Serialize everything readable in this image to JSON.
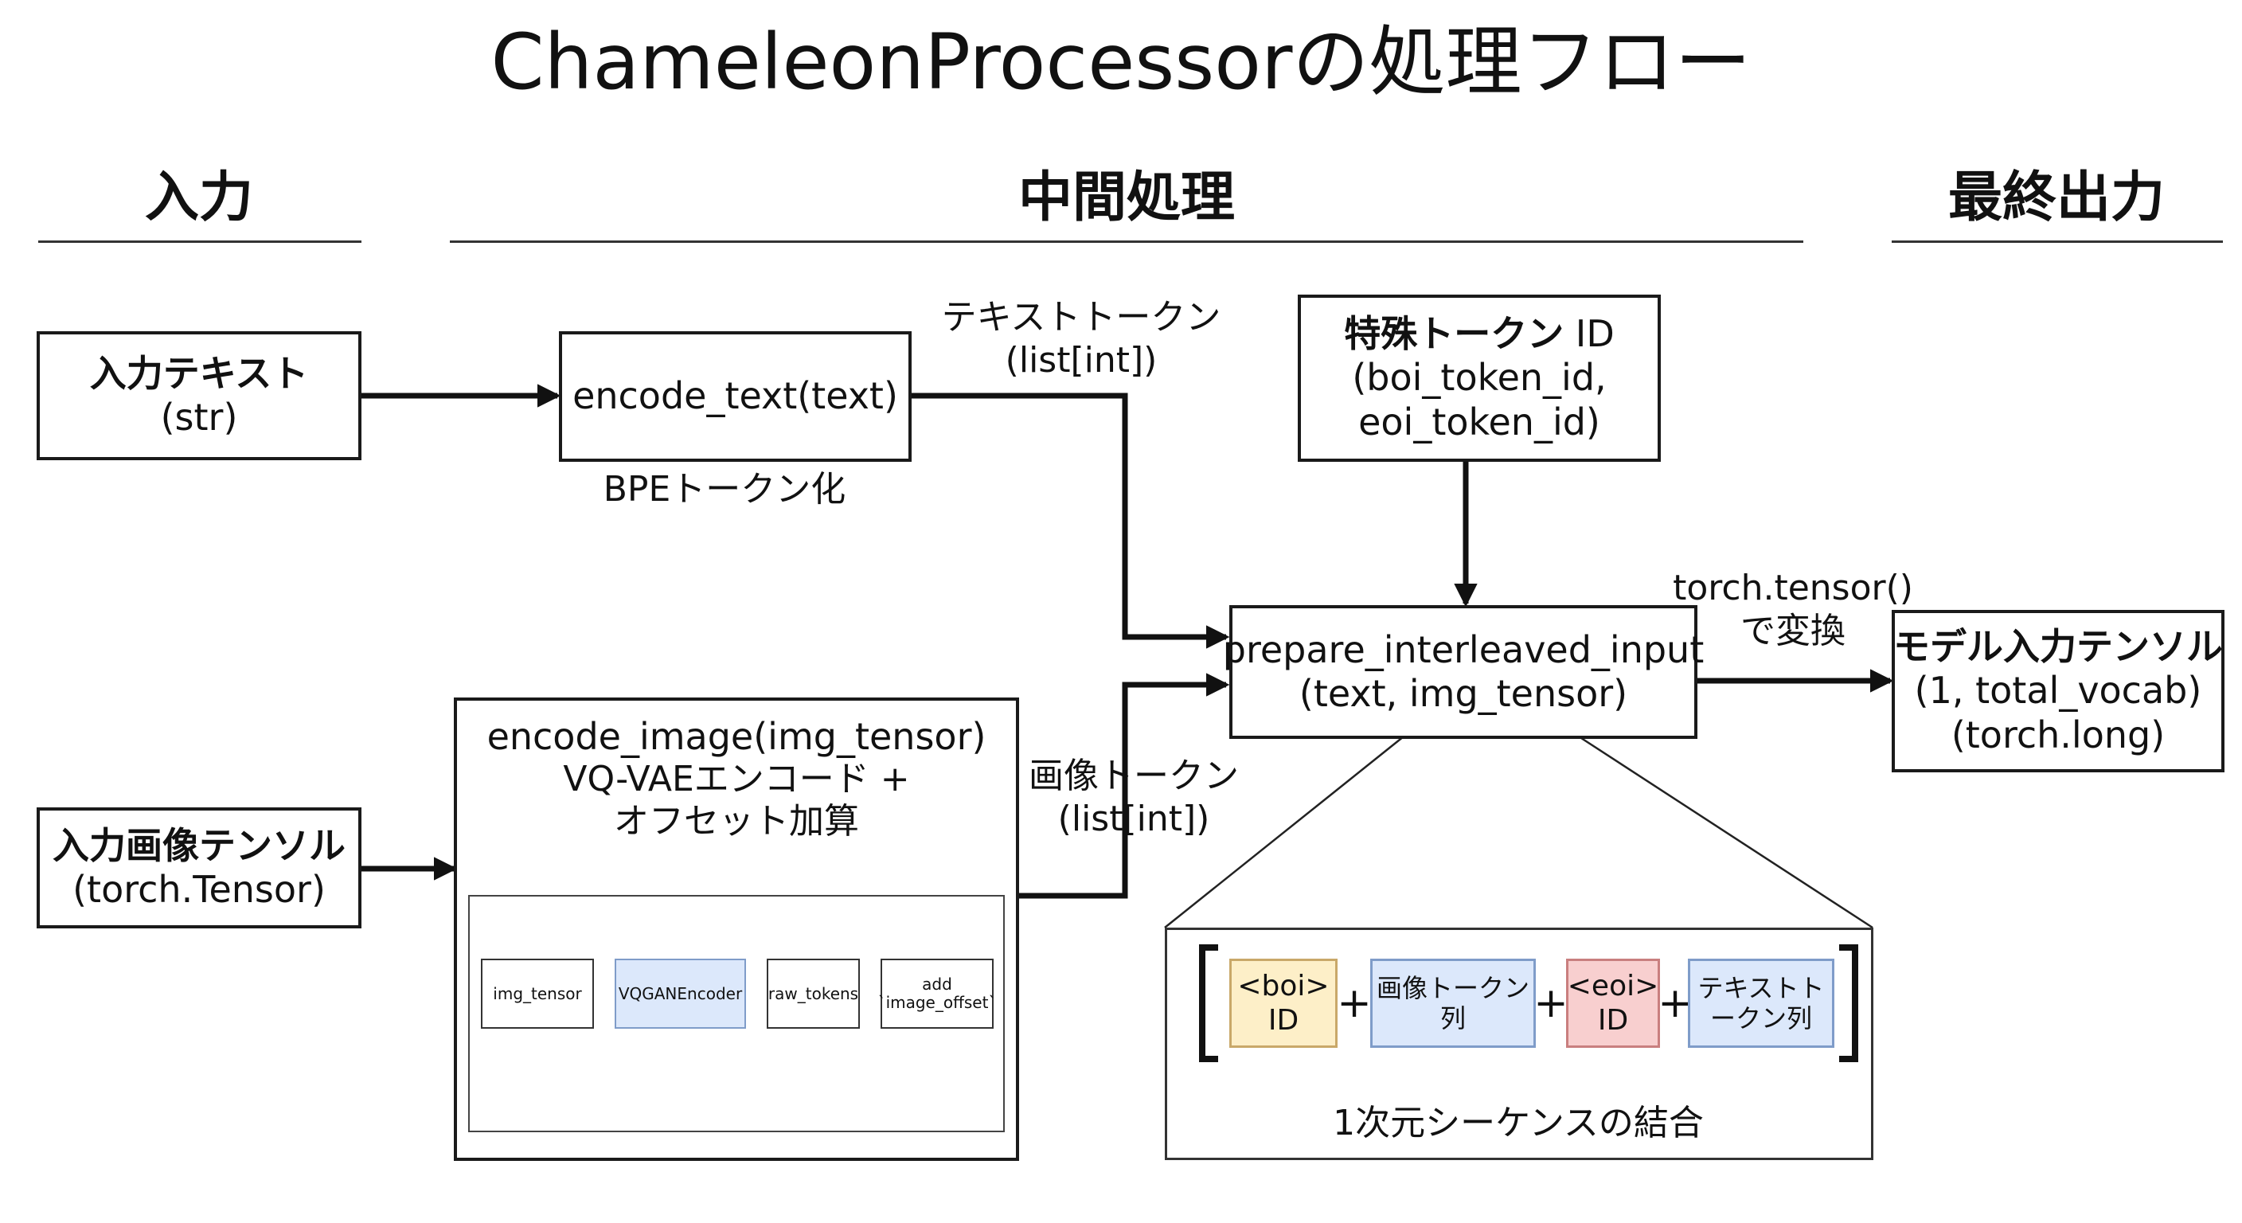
{
  "title": "ChameleonProcessorの処理フロー",
  "sections": {
    "input": "入力",
    "intermediate": "中間処理",
    "final_output": "最終出力"
  },
  "boxes": {
    "input_text": {
      "line1": "入力テキスト",
      "line2": "(str)"
    },
    "input_image": {
      "line1": "入力画像テンソル",
      "line2": "(torch.Tensor)"
    },
    "encode_text": {
      "line1": "encode_text(text)"
    },
    "encode_image": {
      "line1": "encode_image(img_tensor)",
      "line2": "VQ-VAEエンコード +",
      "line3": "オフセット加算"
    },
    "special_tokens": {
      "line1_bold": "特殊トークン",
      "line1_rest": " ID",
      "line2": "(boi_token_id,",
      "line3": "eoi_token_id)"
    },
    "prepare": {
      "line1": "prepare_interleaved_input",
      "line2": "(text, img_tensor)"
    },
    "model_input": {
      "line1": "モデル入力テンソル",
      "line2": "(1, total_vocab)",
      "line3": "(torch.long)"
    }
  },
  "labels": {
    "bpe": "BPEトークン化",
    "text_tokens": {
      "line1": "テキストトークン",
      "line2": "(list[int])"
    },
    "image_tokens": {
      "line1": "画像トークン",
      "line2": "(list[int])"
    },
    "tensor_convert": {
      "line1": "torch.tensor()",
      "line2": "で変換"
    }
  },
  "pipeline": {
    "img_tensor": "img_tensor",
    "vqgan": "VQGANEncoder",
    "raw_tokens": "raw_tokens",
    "add_offset": {
      "line1": "add",
      "line2": "`image_offset`"
    }
  },
  "sequence": {
    "boi": {
      "line1": "<boi>",
      "line2": "ID"
    },
    "image_tokens": {
      "line1": "画像トークン",
      "line2": "列"
    },
    "eoi": {
      "line1": "<eoi>",
      "line2": "ID"
    },
    "text_tokens": {
      "line1": "テキストト",
      "line2": "ークン列"
    },
    "plus": "+",
    "caption": "1次元シーケンスの結合"
  },
  "colors": {
    "boi_fill": "#fdefc8",
    "eoi_fill": "#f8cfcf",
    "token_fill": "#dce8fb",
    "vqgan_fill": "#dce8fb"
  }
}
